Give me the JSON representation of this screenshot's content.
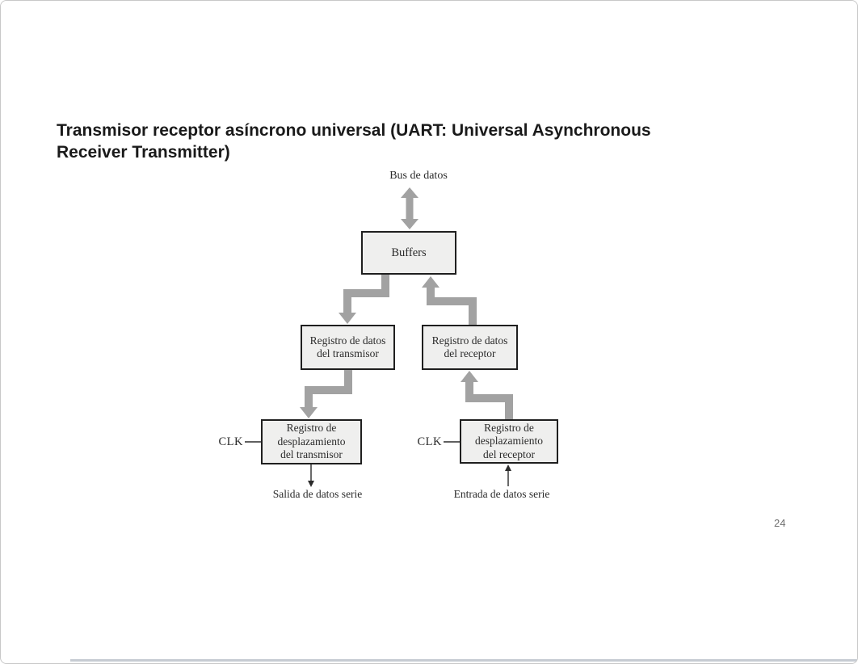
{
  "page": {
    "title_line1": "Transmisor receptor asíncrono universal (UART: Universal Asynchronous",
    "title_line2": "Receiver Transmitter)",
    "page_number": "24"
  },
  "diagram": {
    "bus_label": "Bus de datos",
    "buffers_label": "Buffers",
    "tx_data": {
      "l1": "Registro de datos",
      "l2": "del transmisor"
    },
    "rx_data": {
      "l1": "Registro de datos",
      "l2": "del receptor"
    },
    "tx_shift": {
      "l1": "Registro de",
      "l2": "desplazamiento",
      "l3": "del transmisor"
    },
    "rx_shift": {
      "l1": "Registro de",
      "l2": "desplazamiento",
      "l3": "del receptor"
    },
    "clk": "CLK",
    "serial_out": "Salida de datos serie",
    "serial_in": "Entrada de datos serie"
  },
  "colors": {
    "arrow": "#a2a2a2",
    "box_fill": "#efefee",
    "box_border": "#1f1f1f",
    "text": "#2b2b2b",
    "accent_bar": "#c7ccd3",
    "page_border": "#c8c8c8",
    "page_number": "#6f6f6f"
  }
}
